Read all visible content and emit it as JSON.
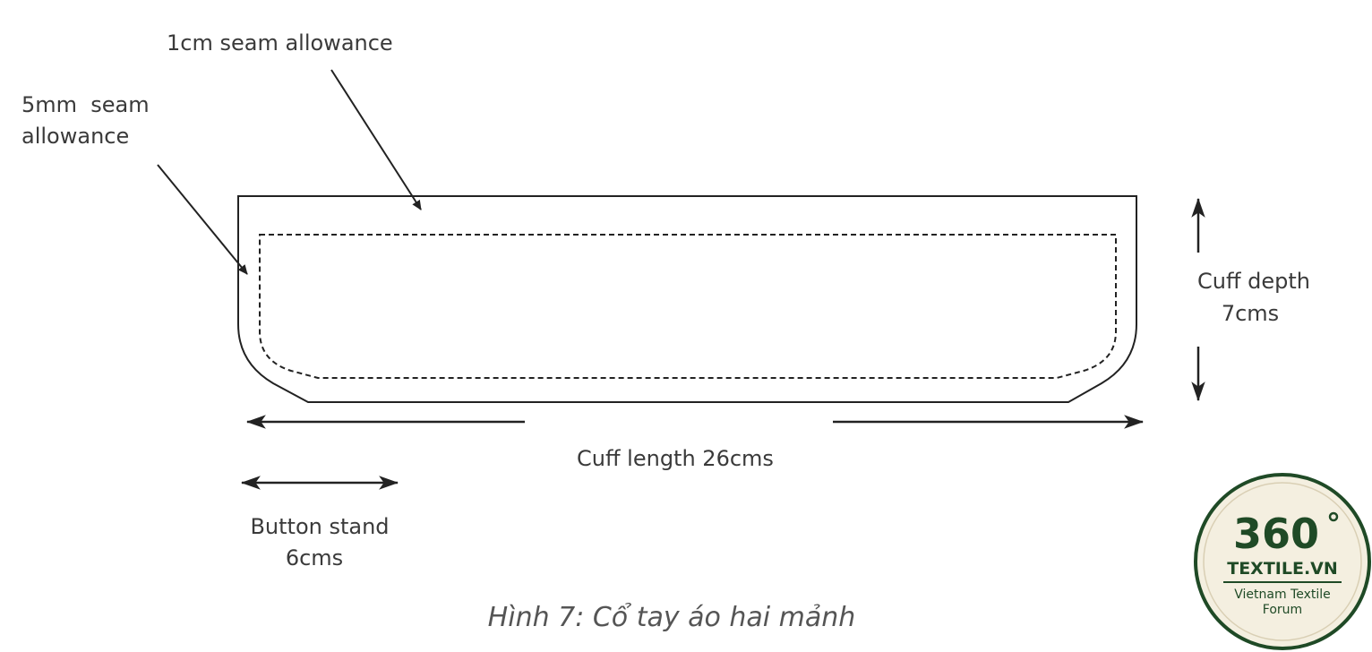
{
  "labels": {
    "seam_1cm": "1cm seam allowance",
    "seam_5mm_line1": "5mm  seam",
    "seam_5mm_line2": "allowance",
    "cuff_depth_line1": "Cuff depth",
    "cuff_depth_line2": "7cms",
    "cuff_length": "Cuff length 26cms",
    "button_stand_line1": "Button stand",
    "button_stand_line2": "6cms"
  },
  "caption": "Hình 7: Cổ tay áo hai mảnh",
  "logo": {
    "number": "360",
    "brand": "TEXTILE.VN",
    "tagline_line1": "Vietnam Textile",
    "tagline_line2": "Forum"
  },
  "colors": {
    "line": "#222222",
    "text": "#3a3a3a",
    "caption": "#555555",
    "logo_green": "#1f4a26",
    "logo_bg": "#f4efe0"
  }
}
